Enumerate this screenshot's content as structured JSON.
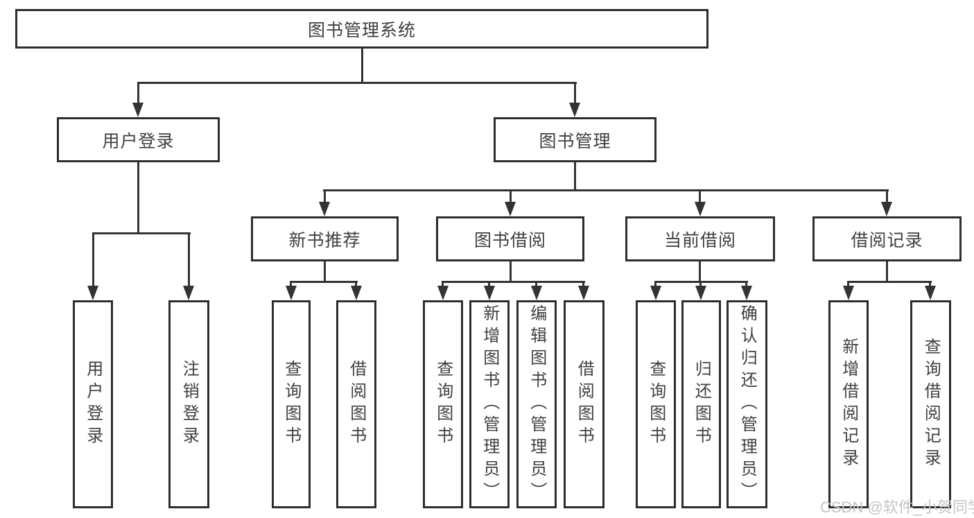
{
  "diagram": {
    "root": {
      "label": "图书管理系统"
    },
    "branches": [
      {
        "label": "用户登录",
        "children": [
          {
            "label": "用户登录"
          },
          {
            "label": "注销登录"
          }
        ]
      },
      {
        "label": "图书管理",
        "children": [
          {
            "label": "新书推荐",
            "children": [
              {
                "label": "查询图书"
              },
              {
                "label": "借阅图书"
              }
            ]
          },
          {
            "label": "图书借阅",
            "children": [
              {
                "label": "查询图书"
              },
              {
                "label": "新增图书（管理员）"
              },
              {
                "label": "编辑图书（管理员）"
              },
              {
                "label": "借阅图书"
              }
            ]
          },
          {
            "label": "当前借阅",
            "children": [
              {
                "label": "查询图书"
              },
              {
                "label": "归还图书"
              },
              {
                "label": "确认归还（管理员）"
              }
            ]
          },
          {
            "label": "借阅记录",
            "children": [
              {
                "label": "新增借阅记录"
              },
              {
                "label": "查询借阅记录"
              }
            ]
          }
        ]
      }
    ]
  },
  "watermark": "CSDN @软件_小贺同学",
  "colors": {
    "line": "#333333",
    "border": "#2d2d2d",
    "text": "#3f3f3f",
    "background": "#ffffff",
    "watermark": "#c4c4c4"
  }
}
